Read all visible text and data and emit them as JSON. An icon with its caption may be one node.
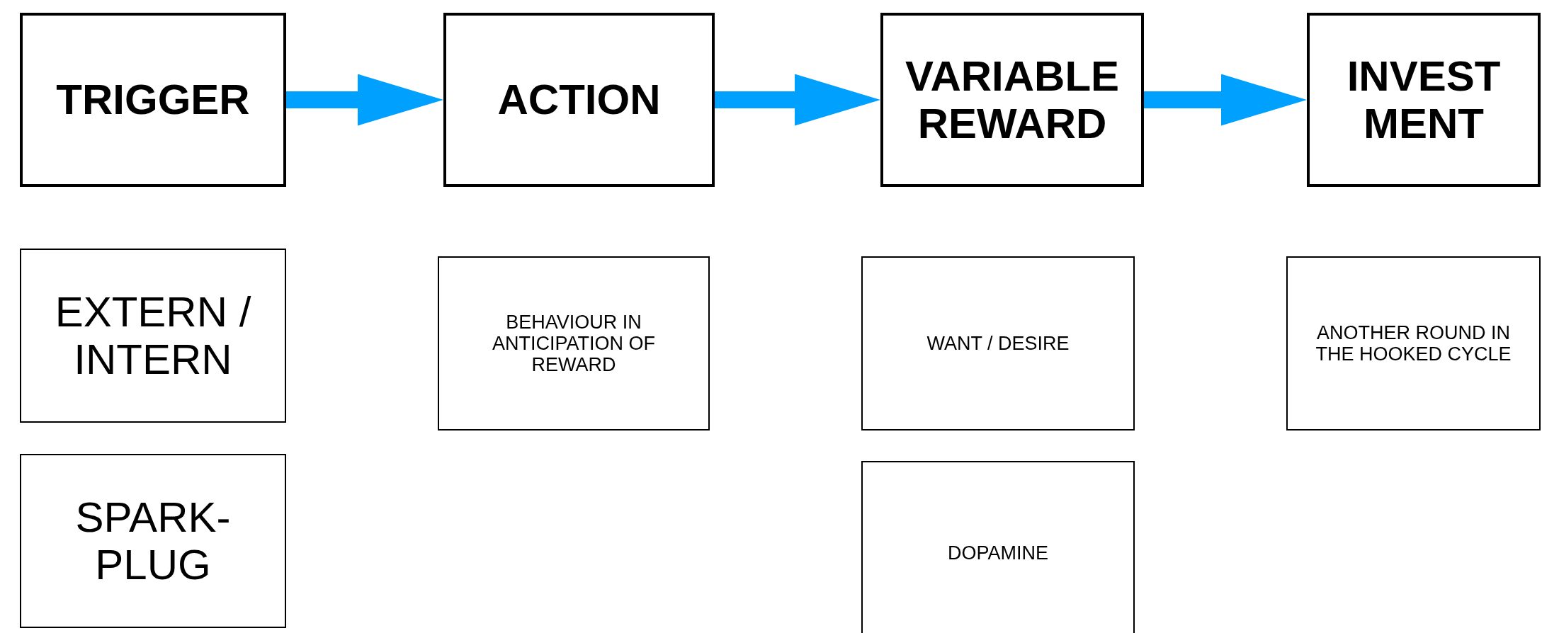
{
  "diagram": {
    "nodes": [
      {
        "text": [
          "TRIGGER"
        ]
      },
      {
        "text": [
          "ACTION"
        ]
      },
      {
        "text": [
          "VARIABLE REWARD"
        ]
      },
      {
        "text": [
          "INVEST MENT"
        ]
      },
      {
        "text": [
          "EXTERN / INTERN"
        ]
      },
      {
        "text": [
          "BEHAVIOUR IN ANTICIPATION OF REWARD"
        ]
      },
      {
        "text": [
          "WANT / DESIRE"
        ]
      },
      {
        "text": [
          "ANOTHER ROUND IN THE HOOKED CYCLE"
        ]
      },
      {
        "text": [
          "SPARK- PLUG"
        ]
      },
      {
        "text": [
          "DOPAMINE"
        ]
      }
    ],
    "edges": [
      {
        "from": 0,
        "to": 1,
        "arrow": "to"
      },
      {
        "from": 1,
        "to": 2,
        "arrow": "to"
      },
      {
        "from": 2,
        "to": 3,
        "arrow": "to"
      }
    ]
  }
}
